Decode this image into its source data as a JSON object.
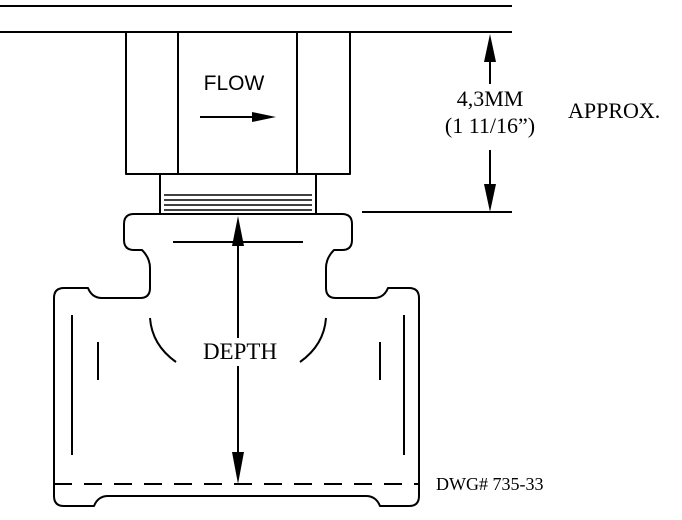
{
  "labels": {
    "flow": "FLOW",
    "dimension_metric": "4,3MM",
    "dimension_imperial": "(1 11/16”)",
    "approx": "APPROX.",
    "depth": "DEPTH",
    "drawing_number": "DWG# 735-33"
  }
}
